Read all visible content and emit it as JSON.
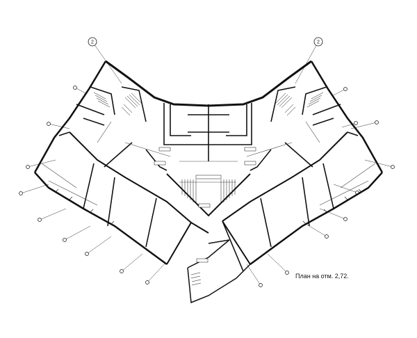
{
  "drawing": {
    "caption": "План на отм. 2,72.",
    "axis_markers": {
      "left": "2",
      "right": "2"
    }
  }
}
